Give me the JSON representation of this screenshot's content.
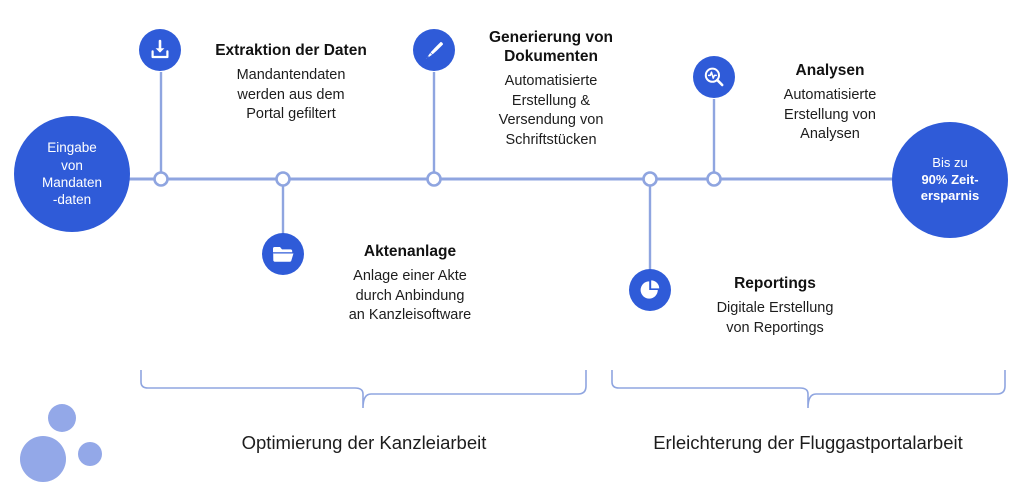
{
  "theme": {
    "brand_blue": "#2f5bd8",
    "line_blue": "#8fa5e0",
    "deco_blue": "#93a8e8",
    "text_dark": "#121212",
    "background": "#ffffff"
  },
  "start_node": {
    "lines": [
      "Eingabe",
      "von",
      "Mandaten",
      "-daten"
    ]
  },
  "end_node": {
    "lines": [
      "Bis zu",
      "90% Zeit-",
      "ersparnis"
    ],
    "bold_lines": [
      false,
      true,
      true
    ]
  },
  "steps": [
    {
      "id": "extraktion",
      "icon": "download-icon",
      "title": "Extraktion der Daten",
      "description": "Mandantendaten\nwerden aus dem\nPortal gefiltert",
      "position": "above"
    },
    {
      "id": "generierung",
      "icon": "pen-icon",
      "title": "Generierung von\nDokumenten",
      "description": "Automatisierte\nErstellung &\nVersendung von\nSchriftstücken",
      "position": "above"
    },
    {
      "id": "analysen",
      "icon": "magnifier-pulse-icon",
      "title": "Analysen",
      "description": "Automatisierte\nErstellung von\nAnalysen",
      "position": "above"
    },
    {
      "id": "aktenanlage",
      "icon": "folder-icon",
      "title": "Aktenanlage",
      "description": "Anlage einer Akte\ndurch Anbindung\nan Kanzleisoftware",
      "position": "below"
    },
    {
      "id": "reportings",
      "icon": "pie-chart-icon",
      "title": "Reportings",
      "description": "Digitale Erstellung\nvon Reportings",
      "position": "below"
    }
  ],
  "groups": [
    {
      "id": "left",
      "label": "Optimierung der Kanzleiarbeit"
    },
    {
      "id": "right",
      "label": "Erleichterung der Fluggastportalarbeit"
    }
  ]
}
